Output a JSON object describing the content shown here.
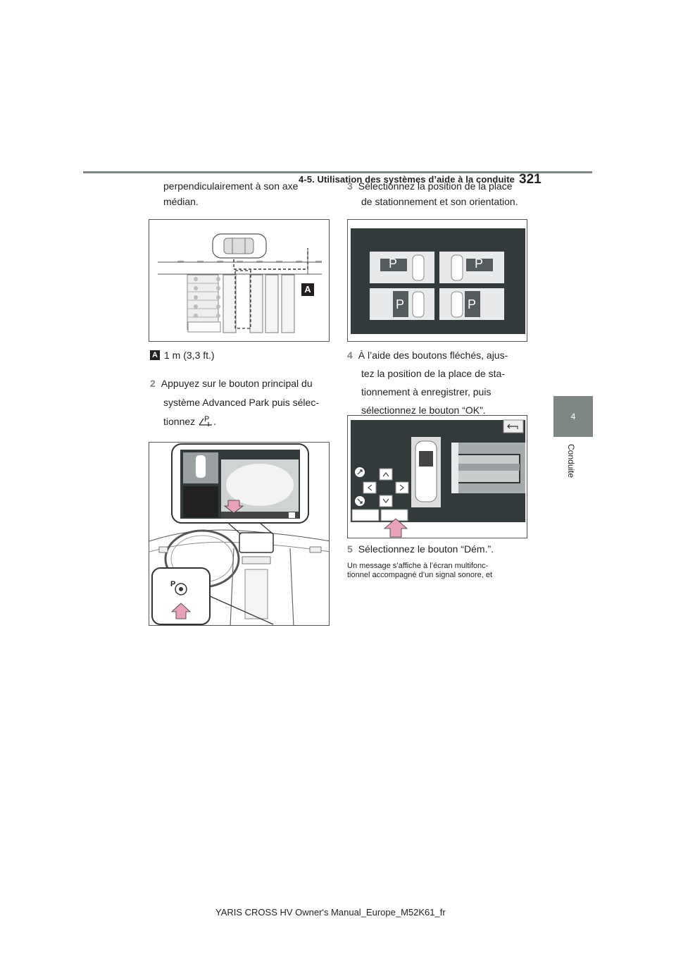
{
  "header": {
    "section": "4-5. Utilisation des systèmes d’aide à la conduite",
    "page": "321"
  },
  "side_tab": {
    "number": "4",
    "label": "Conduite"
  },
  "left_column": {
    "intro_line1": "perpendiculairement à son axe",
    "intro_line2": "médian.",
    "figure1_label": "A",
    "legend_label": "A",
    "legend_text": "1 m (3,3 ft.)",
    "step2_num": "2",
    "step2_line1": "Appuyez sur le bouton principal du",
    "step2_line2": "système Advanced Park puis sélec-",
    "step2_line3": "tionnez",
    "step2_end": ".",
    "icon_letter": "P"
  },
  "right_column": {
    "step3_num": "3",
    "step3_line1": "Sélectionnez la position de la place",
    "step3_line2": "de stationnement et son orientation.",
    "slot_letter": "P",
    "step4_num": "4",
    "step4_line1": "À l’aide des boutons fléchés, ajus-",
    "step4_line2": "tez la position de la place de sta-",
    "step4_line3": "tionnement à enregistrer, puis",
    "step4_line4": "sélectionnez le bouton “OK”.",
    "step5_num": "5",
    "step5_text": "Sélectionnez le bouton “Dém.”.",
    "note_line1": "Un message s’affiche à l’écran multifonc-",
    "note_line2": "tionnel accompagné d’un signal sonore, et"
  },
  "footer": "YARIS CROSS HV Owner's Manual_Europe_M52K61_fr",
  "colors": {
    "accent_gray": "#7f8784",
    "screen_dark": "#333a3c",
    "arrow_pink": "#e7a2b8"
  }
}
